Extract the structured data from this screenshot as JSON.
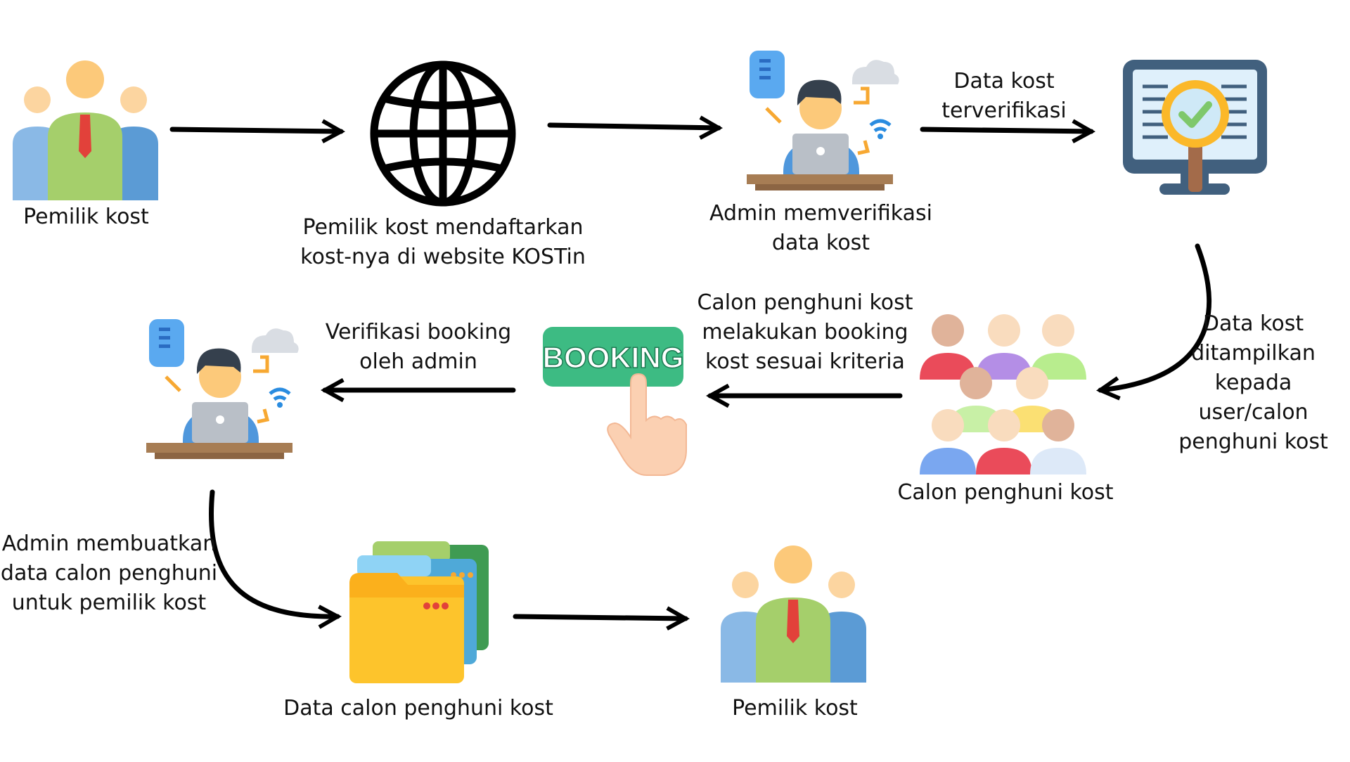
{
  "nodes": {
    "owner_top": {
      "label": "Pemilik kost"
    },
    "website": {
      "label": "Pemilik kost mendaftarkan\nkost-nya di website KOSTin"
    },
    "admin_verify": {
      "label": "Admin memverifikasi\ndata kost"
    },
    "verified_screen": {
      "label": ""
    },
    "tenants": {
      "label": "Calon penghuni kost"
    },
    "booking": {
      "label": "",
      "button_text": "BOOKING"
    },
    "admin_booking": {
      "label": ""
    },
    "folder": {
      "label": "Data calon penghuni kost"
    },
    "owner_bottom": {
      "label": "Pemilik kost"
    }
  },
  "edges": {
    "verified": "Data kost\nterverifikasi",
    "displayed": "Data kost\nditampilkan\nkepada user/calon\npenghuni kost",
    "booking": "Calon penghuni kost\nmelakukan booking\nkost sesuai kriteria",
    "verify_booking": "Verifikasi booking\noleh admin",
    "admin_create": "Admin membuatkan\ndata calon penghuni\nuntuk pemilik kost"
  },
  "colors": {
    "arrow": "#000000",
    "booking_green": "#3dbb83",
    "folder_yellow": "#fdc42c",
    "monitor_dark": "#41607e"
  }
}
